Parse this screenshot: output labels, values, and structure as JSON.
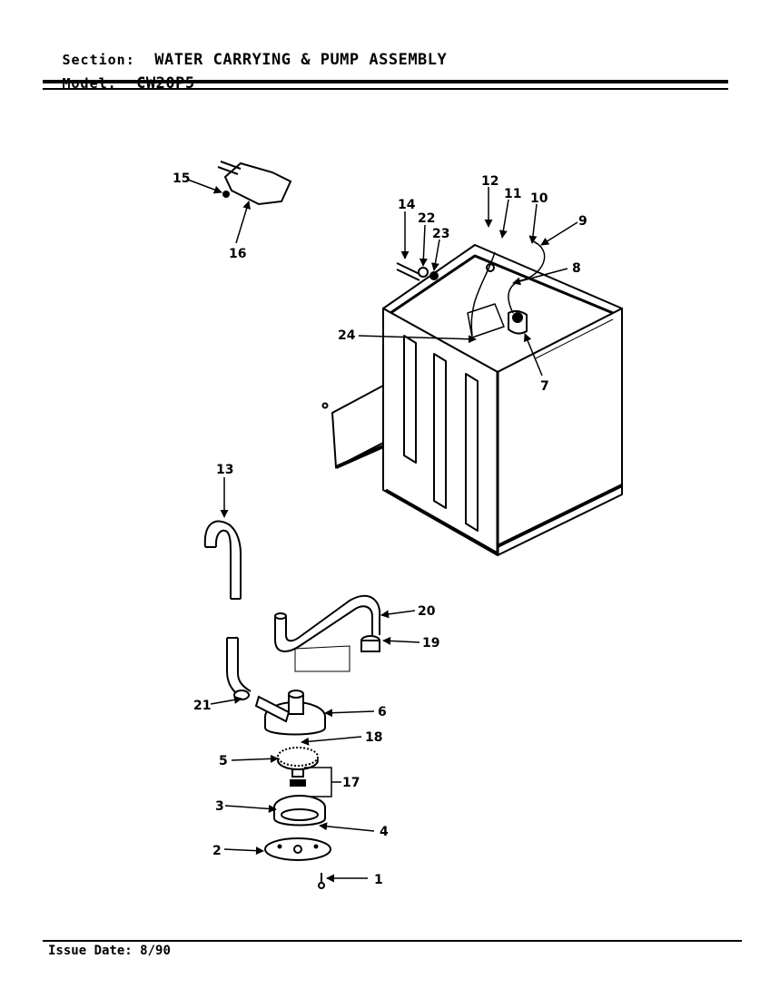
{
  "header": {
    "section_label": "Section:",
    "section_value": "WATER CARRYING & PUMP ASSEMBLY",
    "model_label": "Model:",
    "model_value": "CW20P5"
  },
  "footer": {
    "issue_label": "Issue Date:",
    "issue_value": "8/90"
  },
  "part_labels": {
    "p1": "1",
    "p2": "2",
    "p3": "3",
    "p4": "4",
    "p5": "5",
    "p6": "6",
    "p7": "7",
    "p8": "8",
    "p9": "9",
    "p10": "10",
    "p11": "11",
    "p12": "12",
    "p13": "13",
    "p14": "14",
    "p15": "15",
    "p16": "16",
    "p17": "17",
    "p18": "18",
    "p19": "19",
    "p20": "20",
    "p21": "21",
    "p22": "22",
    "p23": "23",
    "p24": "24"
  }
}
